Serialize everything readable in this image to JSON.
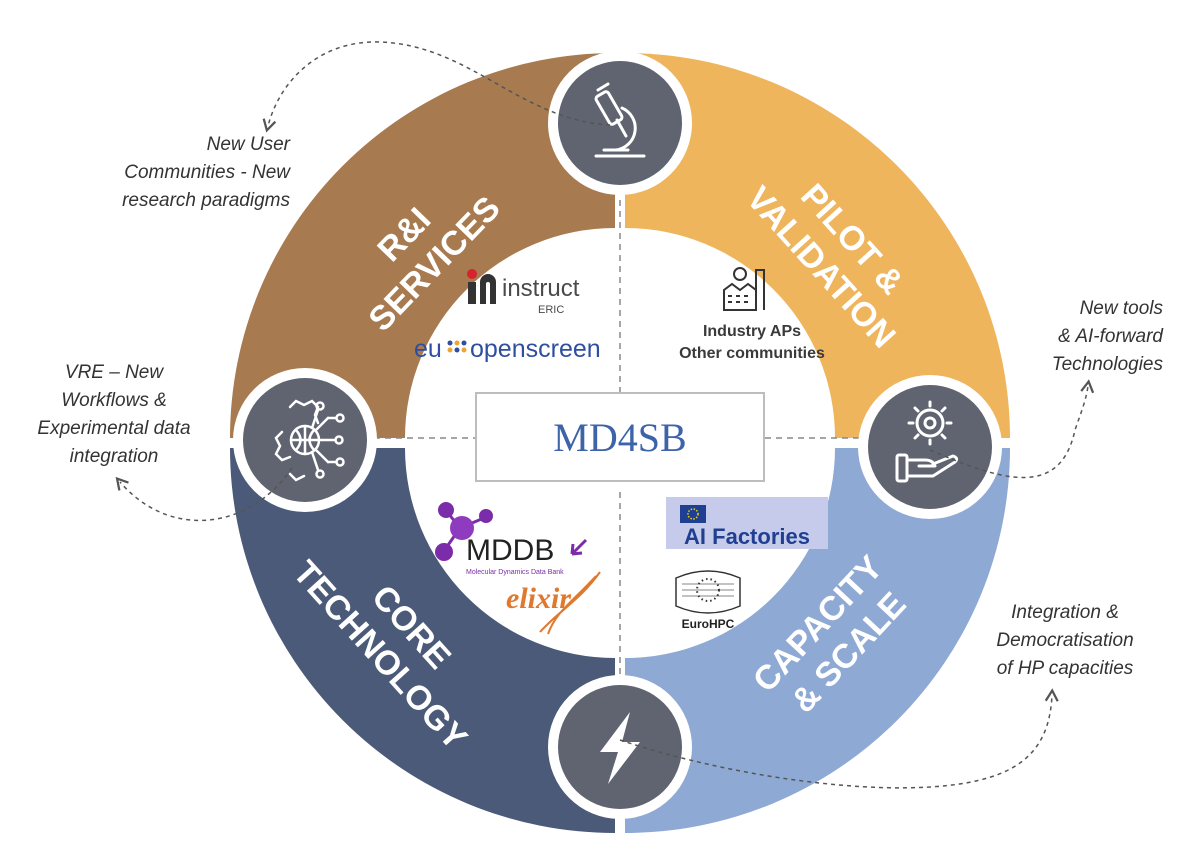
{
  "center": {
    "title": "MD4SB"
  },
  "segments": {
    "ri_services": {
      "line1": "R&I",
      "line2": "SERVICES",
      "color": "#a87a4f"
    },
    "pilot_validation": {
      "line1": "PILOT &",
      "line2": "VALIDATION",
      "color": "#efb55c"
    },
    "capacity_scale": {
      "line1": "CAPACITY",
      "line2": "& SCALE",
      "color": "#8fa9d5"
    },
    "core_technology": {
      "line1": "CORE",
      "line2": "TECHNOLOGY",
      "color": "#4a5a78"
    }
  },
  "hubs": {
    "top": {
      "icon": "microscope-icon"
    },
    "right": {
      "icon": "hand-gear-icon"
    },
    "bottom": {
      "icon": "lightning-bolt-icon"
    },
    "left": {
      "icon": "gear-network-icon"
    },
    "color": "#5f6470"
  },
  "notes": {
    "top_left": [
      "New User",
      "Communities - New",
      "research paradigms"
    ],
    "left": [
      "VRE – New",
      "Workflows &",
      "Experimental data",
      "integration"
    ],
    "right": [
      "New tools",
      "& AI-forward",
      "Technologies"
    ],
    "bottom_right": [
      "Integration &",
      "Democratisation",
      "of HP capacities"
    ]
  },
  "logos": {
    "instruct": {
      "name": "instruct",
      "sub": "ERIC"
    },
    "euopenscreen": {
      "prefix": "eu",
      "name": "openscreen"
    },
    "industry": {
      "line1": "Industry APs",
      "line2": "Other communities"
    },
    "mddb": {
      "name": "MDDB",
      "sub": "Molecular Dynamics Data Bank"
    },
    "elixir": {
      "name": "elixir"
    },
    "ai_factories": {
      "name": "AI Factories"
    },
    "eurohpc": {
      "name": "EuroHPC"
    }
  }
}
